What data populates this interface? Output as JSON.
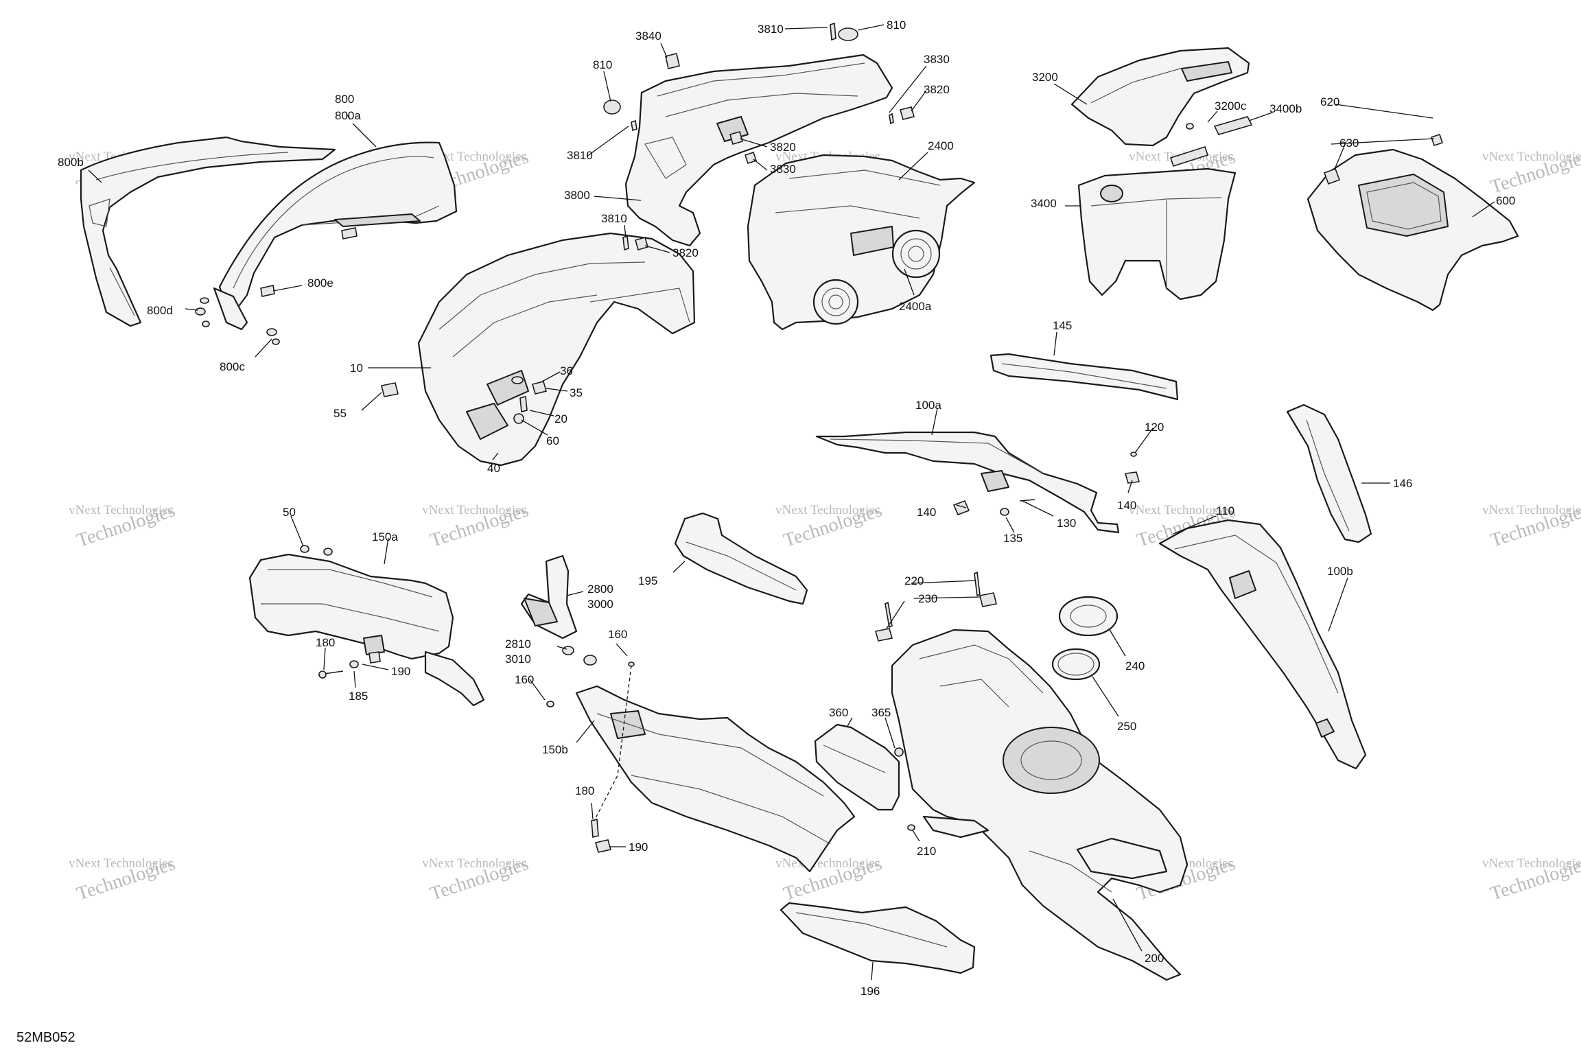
{
  "diagram_code": "52MB052",
  "watermark": {
    "line1": "vNext Technologies",
    "line2": "Technologies"
  },
  "callouts": {
    "c3810a": "3810",
    "c810a": "810",
    "c3840": "3840",
    "c810b": "810",
    "c3830a": "3830",
    "c3820a": "3820",
    "c3810b": "3810",
    "c3820b": "3820",
    "c3830b": "3830",
    "c3800": "3800",
    "c3810c": "3810",
    "c3820c": "3820",
    "c800": "800",
    "c800a": "800a",
    "c800b": "800b",
    "c800d": "800d",
    "c800e": "800e",
    "c800c": "800c",
    "c2400": "2400",
    "c2400a": "2400a",
    "c3200": "3200",
    "c3200c": "3200c",
    "c3400b": "3400b",
    "c3400": "3400",
    "c620": "620",
    "c630": "630",
    "c600": "600",
    "c10": "10",
    "c36": "36",
    "c35": "35",
    "c55": "55",
    "c20": "20",
    "c60": "60",
    "c40": "40",
    "c145": "145",
    "c100a": "100a",
    "c120": "120",
    "c140a": "140",
    "c140b": "140",
    "c130": "130",
    "c135": "135",
    "c146": "146",
    "c110": "110",
    "c100b": "100b",
    "c50": "50",
    "c150a": "150a",
    "c180a": "180",
    "c190a": "190",
    "c185": "185",
    "c2800": "2800",
    "c3000": "3000",
    "c2810": "2810",
    "c3010": "3010",
    "c160a": "160",
    "c160b": "160",
    "c150b": "150b",
    "c180b": "180",
    "c190b": "190",
    "c195": "195",
    "c220": "220",
    "c230": "230",
    "c240": "240",
    "c250": "250",
    "c360": "360",
    "c365": "365",
    "c210": "210",
    "c200": "200",
    "c196": "196"
  }
}
